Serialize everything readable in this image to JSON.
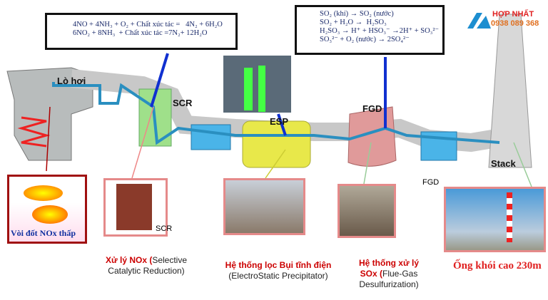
{
  "equations_scr": [
    "4NO + 4NH₃ + O₂ + Chất xúc tác =   4N₂ + 6H₂O",
    "6NO₂ + 8NH₃  + Chất xúc tác =7N₂+ 12H₂O"
  ],
  "equations_fgd": [
    "SO₂ (khí) → SO₂ (nước)",
    "SO₂ + H₂O →  H₂SO₃",
    "H₂SO₃ → H⁺ + HSO₃⁻ →2H⁺ + SO₃²⁻",
    "SO₃²⁻ + O₂ (nước) → 2SO₄²⁻"
  ],
  "logo": {
    "name": "HỢP NHẤT",
    "phone": "0938 089 368"
  },
  "labels": {
    "boiler": "Lò hơi",
    "scr": "SCR",
    "esp": "ESP",
    "fgd": "FGD",
    "fgd2": "FGD",
    "stack": "Stack",
    "scr_photo": "SCR"
  },
  "captions": {
    "burner": "Vòi đốt NOx  thấp",
    "scr_title": "Xử lý NOx (",
    "scr_desc": "Selective Catalytic Reduction)",
    "esp_title": "Hệ thống lọc Bụi tĩnh điện",
    "esp_desc": "(ElectroStatic Precipitator)",
    "fgd_title": "Hệ thống xử lý",
    "fgd_title2": "SOx (",
    "fgd_desc": "Flue-Gas Desulfurization)",
    "stack": "Ống khói cao 230m"
  },
  "colors": {
    "pipe": "#2a8fc0",
    "scr": "#9fe08a",
    "esp": "#e8e84a",
    "fgd": "#e09a9a",
    "arrow": "#1030d0"
  }
}
